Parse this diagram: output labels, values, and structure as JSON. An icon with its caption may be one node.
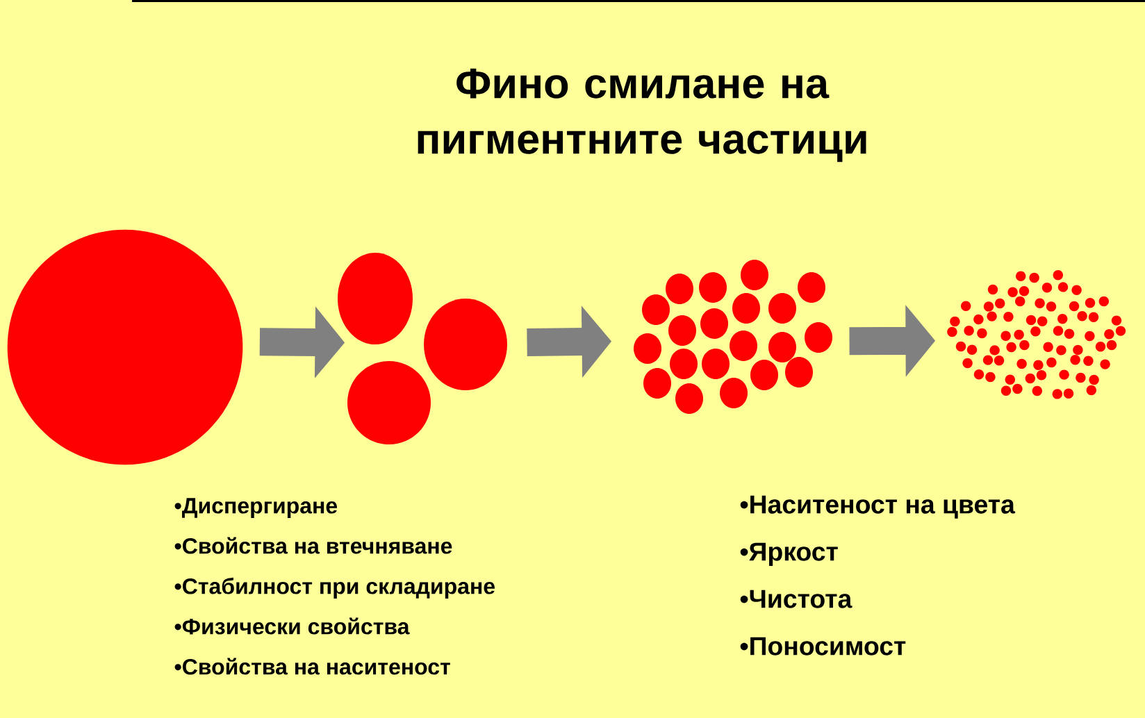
{
  "diagram": {
    "title": "Фино смилане на пигментните частици",
    "nodes": [
      {
        "text": [],
        "shape": "circle"
      },
      {
        "text": [],
        "shape": "circles"
      },
      {
        "text": [],
        "shape": "circles"
      },
      {
        "text": [],
        "shape": "circles"
      }
    ],
    "edges": [
      {
        "from": 0,
        "to": 1,
        "arrow": "to"
      },
      {
        "from": 1,
        "to": 2,
        "arrow": "to"
      },
      {
        "from": 2,
        "to": 3,
        "arrow": "to"
      }
    ],
    "labels": [
      "•Диспергиране",
      "•Наситеност на цвета",
      "•Свойства на втечняване",
      "•Яркост",
      "•Стабилност при складиране",
      "•Чистота",
      "•Физически свойства",
      "•Поносимост",
      "•Свойства на наситеност"
    ]
  }
}
